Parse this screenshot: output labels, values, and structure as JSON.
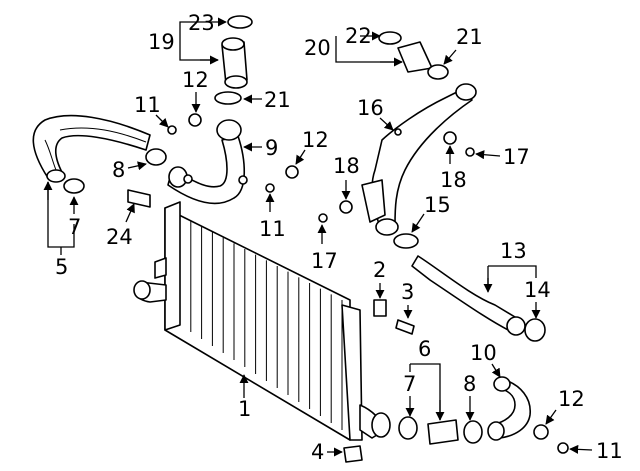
{
  "callouts": [
    {
      "id": "c1",
      "label": "1"
    },
    {
      "id": "c2",
      "label": "2"
    },
    {
      "id": "c3",
      "label": "3"
    },
    {
      "id": "c4",
      "label": "4"
    },
    {
      "id": "c5",
      "label": "5"
    },
    {
      "id": "c6",
      "label": "6"
    },
    {
      "id": "c7a",
      "label": "7"
    },
    {
      "id": "c7b",
      "label": "7"
    },
    {
      "id": "c8a",
      "label": "8"
    },
    {
      "id": "c8b",
      "label": "8"
    },
    {
      "id": "c9",
      "label": "9"
    },
    {
      "id": "c10",
      "label": "10"
    },
    {
      "id": "c11a",
      "label": "11"
    },
    {
      "id": "c11b",
      "label": "11"
    },
    {
      "id": "c11c",
      "label": "11"
    },
    {
      "id": "c12a",
      "label": "12"
    },
    {
      "id": "c12b",
      "label": "12"
    },
    {
      "id": "c12c",
      "label": "12"
    },
    {
      "id": "c13",
      "label": "13"
    },
    {
      "id": "c14",
      "label": "14"
    },
    {
      "id": "c15",
      "label": "15"
    },
    {
      "id": "c16",
      "label": "16"
    },
    {
      "id": "c17a",
      "label": "17"
    },
    {
      "id": "c17b",
      "label": "17"
    },
    {
      "id": "c18a",
      "label": "18"
    },
    {
      "id": "c18b",
      "label": "18"
    },
    {
      "id": "c19",
      "label": "19"
    },
    {
      "id": "c20",
      "label": "20"
    },
    {
      "id": "c21a",
      "label": "21"
    },
    {
      "id": "c21b",
      "label": "21"
    },
    {
      "id": "c22",
      "label": "22"
    },
    {
      "id": "c23",
      "label": "23"
    },
    {
      "id": "c24",
      "label": "24"
    }
  ]
}
